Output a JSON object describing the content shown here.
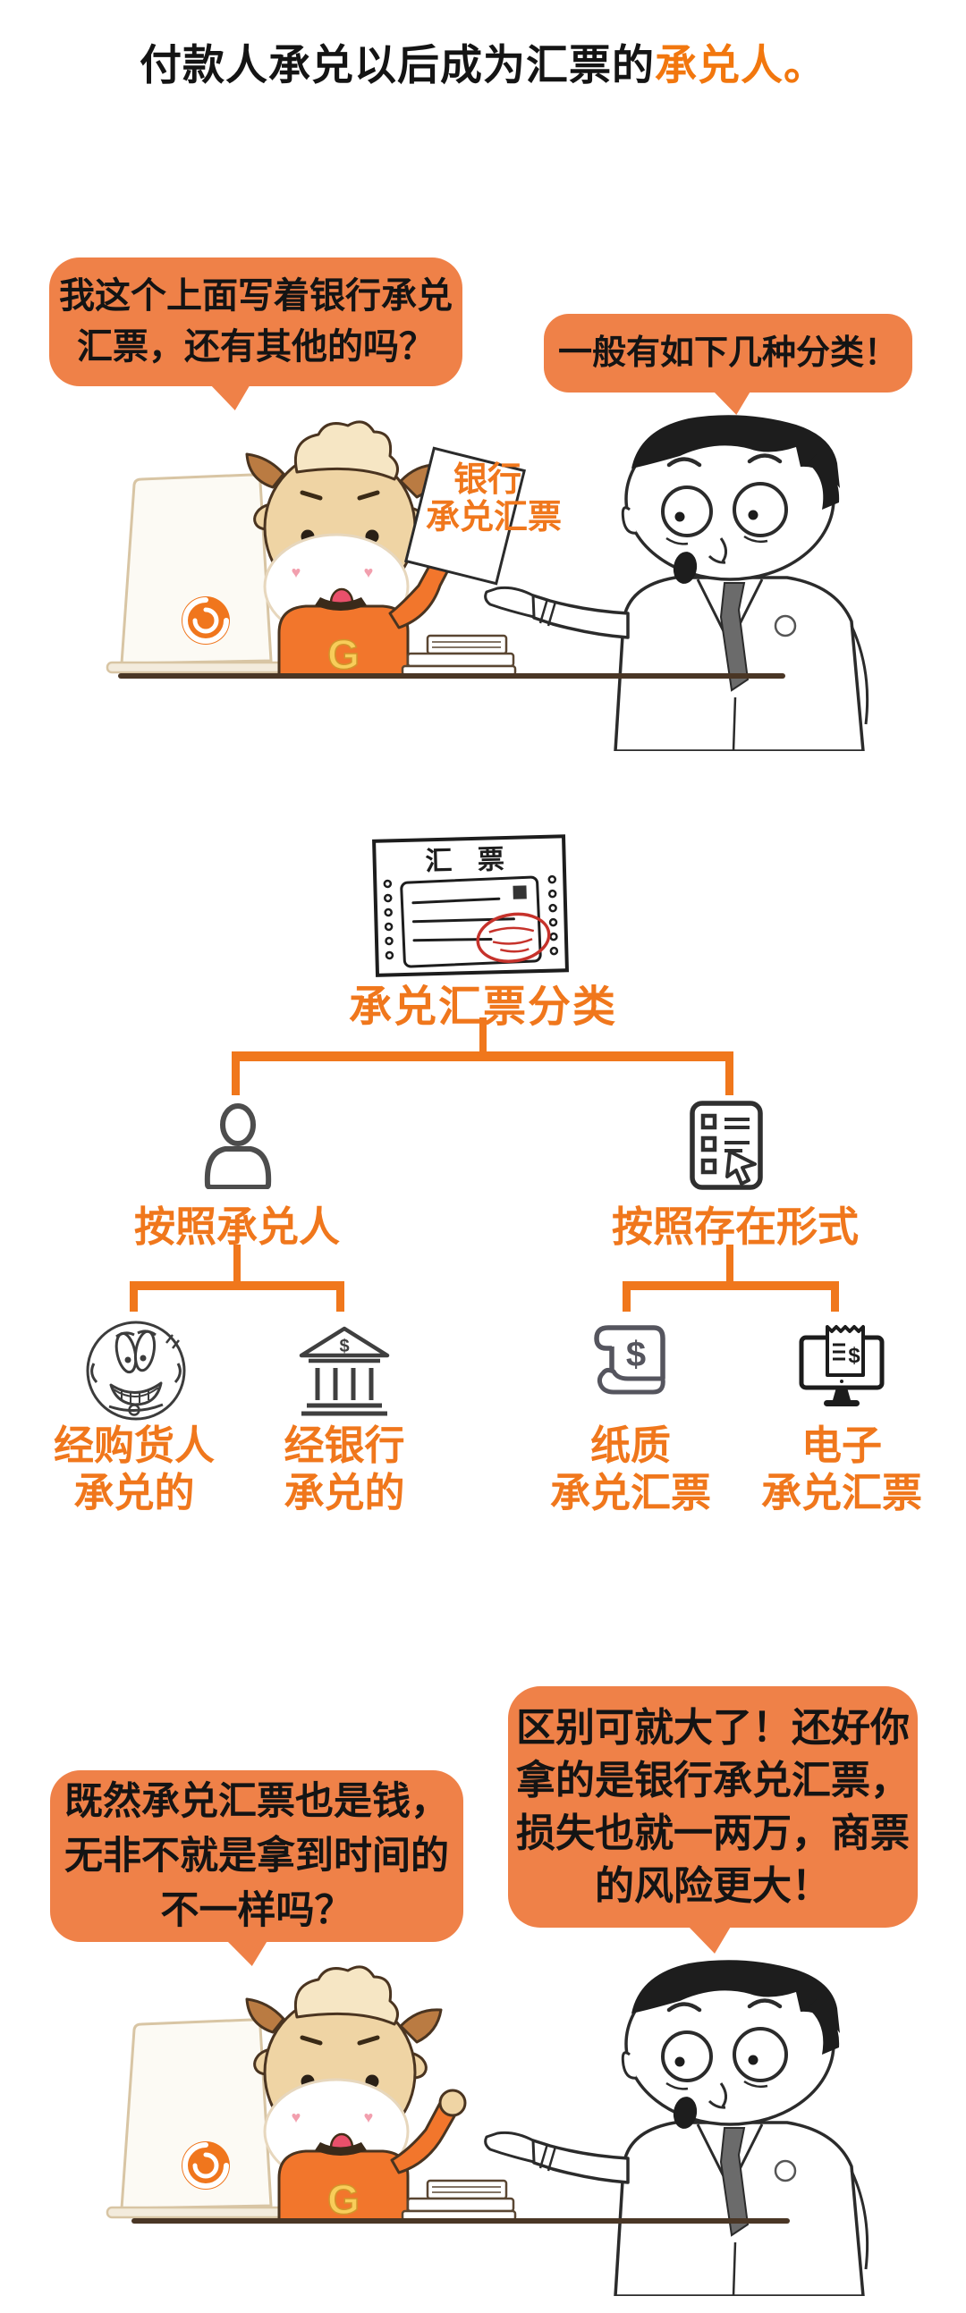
{
  "colors": {
    "accent": "#F0771C",
    "bubble_fill": "#EF8148",
    "title_highlight": "#F2770E",
    "stamp_red": "#C6322B"
  },
  "title": {
    "black_part": "付款人承兑以后成为汇票的",
    "orange_part": "承兑人。"
  },
  "top_dialog": {
    "bull_bubble": {
      "line1": "我这个上面写着银行承兑",
      "line2": "汇票，还有其他的吗？"
    },
    "man_bubble": {
      "line1": "一般有如下几种分类！"
    }
  },
  "top_scene": {
    "paper_note": {
      "line1": "银行",
      "line2": "承兑汇票"
    },
    "shirt_letter": "G",
    "blush_heart": "♥"
  },
  "bill_card": {
    "title": "汇 票"
  },
  "diagram": {
    "title": "承兑汇票分类",
    "left_branch": {
      "label": "按照承兑人",
      "children": [
        {
          "line1": "经购货人",
          "line2": "承兑的"
        },
        {
          "line1": "经银行",
          "line2": "承兑的"
        }
      ]
    },
    "right_branch": {
      "label": "按照存在形式",
      "children": [
        {
          "line1": "纸质",
          "line2": "承兑汇票"
        },
        {
          "line1": "电子",
          "line2": "承兑汇票"
        }
      ]
    },
    "glyphs": {
      "bank_dollar": "$",
      "scroll_dollar": "$",
      "ebill_dollar": "$"
    }
  },
  "bottom_dialog": {
    "bull_bubble": {
      "line1": "既然承兑汇票也是钱，",
      "line2": "无非不就是拿到时间的",
      "line3": "不一样吗？"
    },
    "man_bubble": {
      "line1": "区别可就大了！还好你",
      "line2": "拿的是银行承兑汇票，",
      "line3": "损失也就一两万，商票",
      "line4": "的风险更大！"
    }
  },
  "bottom_scene": {
    "shirt_letter": "G",
    "blush_heart": "♥"
  }
}
